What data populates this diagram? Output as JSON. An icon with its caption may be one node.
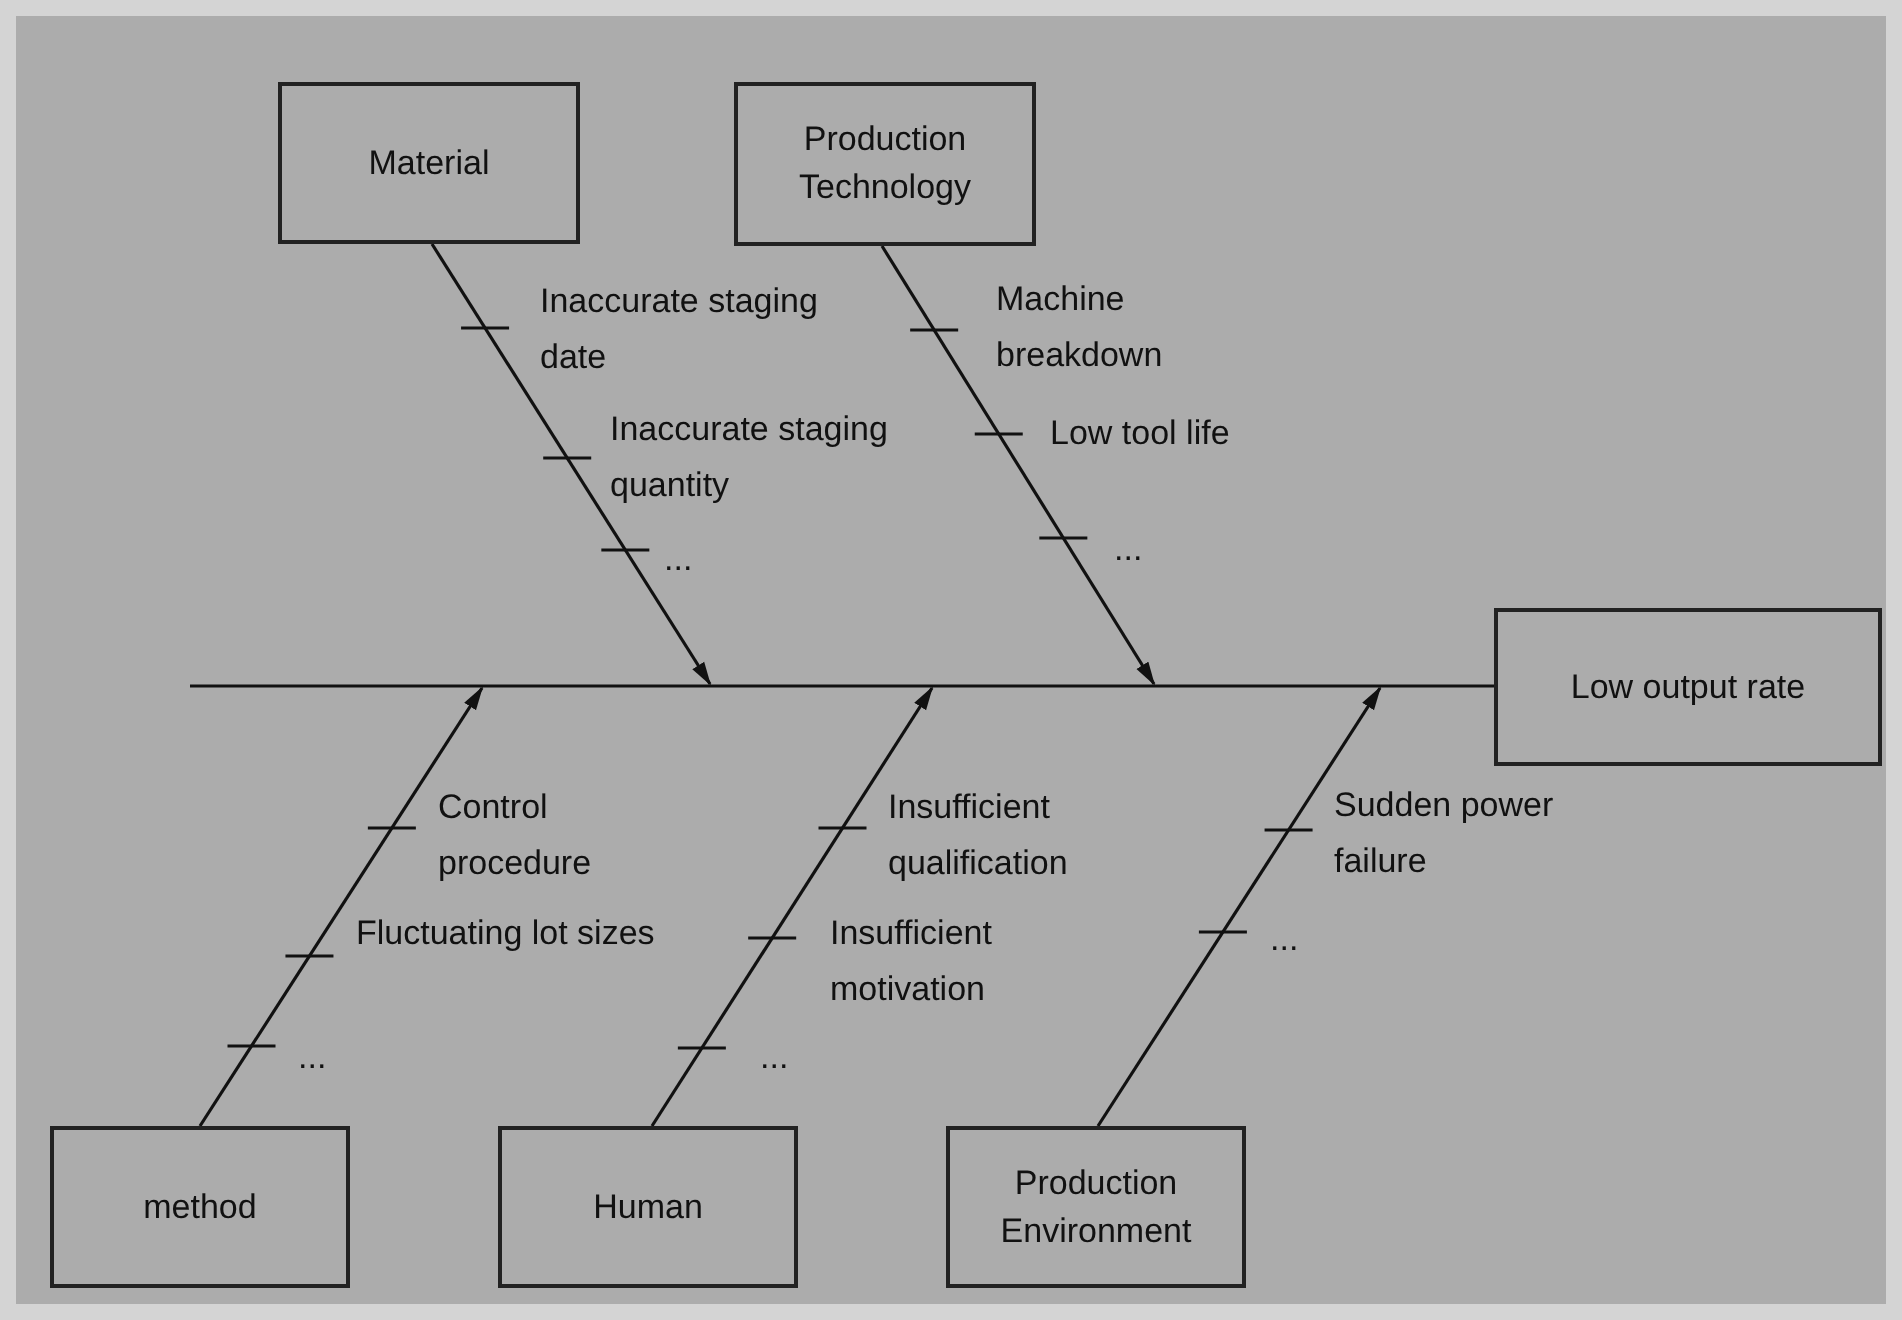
{
  "diagram": {
    "nodes": [
      {
        "text": [
          "Material"
        ]
      },
      {
        "text": [
          "Production Technology"
        ]
      },
      {
        "text": [
          "Low output rate"
        ]
      },
      {
        "text": [
          "method"
        ]
      },
      {
        "text": [
          "Human"
        ]
      },
      {
        "text": [
          "Production Environment"
        ]
      }
    ],
    "edges": [
      {
        "from": 0,
        "to": null,
        "arrow": "to"
      },
      {
        "from": 1,
        "to": null,
        "arrow": "to"
      },
      {
        "from": null,
        "to": 2,
        "arrow": "none"
      },
      {
        "from": 3,
        "to": null,
        "arrow": "to"
      },
      {
        "from": 4,
        "to": null,
        "arrow": "to"
      },
      {
        "from": 5,
        "to": null,
        "arrow": "to"
      }
    ],
    "labels": [
      "Inaccurate staging date",
      "Inaccurate staging quantity",
      "...",
      "Machine breakdown",
      "Low tool life",
      "...",
      "Control procedure",
      "Fluctuating lot sizes",
      "...",
      "Insufficient qualification",
      "Insufficient motivation",
      "...",
      "Sudden power failure",
      "..."
    ]
  }
}
